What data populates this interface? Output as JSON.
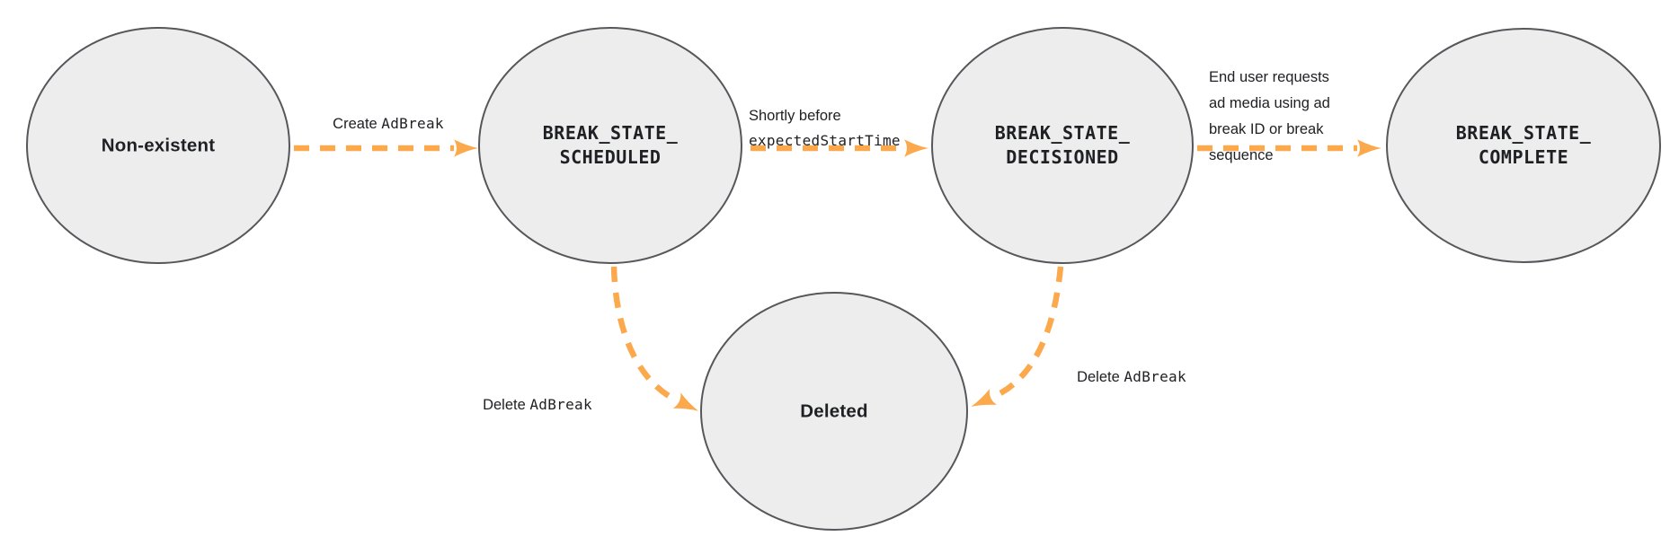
{
  "diagram": {
    "type": "state-transition-diagram",
    "colors": {
      "background": "#ffffff",
      "node_fill": "#ededed",
      "node_stroke": "#56575b",
      "arrow": "#fba94c",
      "label_text": "#202124"
    },
    "states": [
      {
        "id": "non-existent",
        "label": "Non-existent"
      },
      {
        "id": "break-state-scheduled",
        "label": "BREAK_STATE_\nSCHEDULED"
      },
      {
        "id": "break-state-decisioned",
        "label": "BREAK_STATE_\nDECISIONED"
      },
      {
        "id": "break-state-complete",
        "label": "BREAK_STATE_\nCOMPLETE"
      },
      {
        "id": "deleted",
        "label": "Deleted"
      }
    ],
    "transitions": [
      {
        "id": "create-ad-break",
        "from": "non-existent",
        "to": "break-state-scheduled",
        "parts": [
          {
            "t": "Create ",
            "f": "sans"
          },
          {
            "t": "AdBreak",
            "f": "mono"
          }
        ]
      },
      {
        "id": "shortly-before-expected-start-time",
        "from": "break-state-scheduled",
        "to": "break-state-decisioned",
        "parts": [
          {
            "t": "Shortly before\n",
            "f": "sans"
          },
          {
            "t": "expectedStartTime",
            "f": "mono"
          }
        ]
      },
      {
        "id": "end-user-requests-ad-media",
        "from": "break-state-decisioned",
        "to": "break-state-complete",
        "parts": [
          {
            "t": "End user requests\nad media using ad\nbreak ID or break\nsequence",
            "f": "sans"
          }
        ]
      },
      {
        "id": "delete-ad-break-from-scheduled",
        "from": "break-state-scheduled",
        "to": "deleted",
        "parts": [
          {
            "t": "Delete ",
            "f": "sans"
          },
          {
            "t": "AdBreak",
            "f": "mono"
          }
        ]
      },
      {
        "id": "delete-ad-break-from-decisioned",
        "from": "break-state-decisioned",
        "to": "deleted",
        "parts": [
          {
            "t": "Delete ",
            "f": "sans"
          },
          {
            "t": "AdBreak",
            "f": "mono"
          }
        ]
      }
    ]
  }
}
